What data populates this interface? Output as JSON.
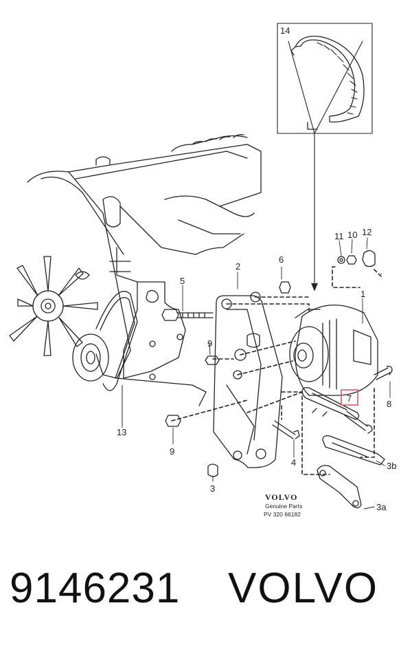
{
  "callouts": {
    "c14": "14",
    "c2": "2",
    "c6": "6",
    "c11": "11",
    "c10": "10",
    "c12": "12",
    "c1": "1",
    "c5": "5",
    "c9a": "9",
    "c7": "7",
    "c8": "8",
    "c13": "13",
    "c9b": "9",
    "c4": "4",
    "c3b": "3b",
    "c3": "3",
    "c3a": "3a"
  },
  "stamp": {
    "brand": "VOLVO",
    "genuine": "Genuine Parts",
    "code": "PV 320 66182"
  },
  "caption": {
    "part_number": "9146231",
    "brand": "VOLVO"
  },
  "colors": {
    "highlight": "#e0555a",
    "line": "#222222"
  }
}
